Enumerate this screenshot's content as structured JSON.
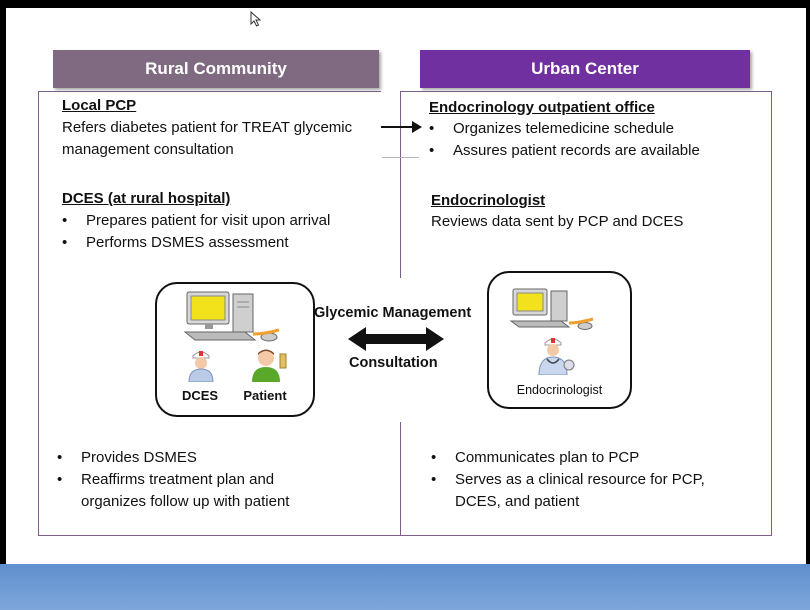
{
  "headers": {
    "rural": "Rural Community",
    "urban": "Urban Center"
  },
  "rural": {
    "pcp_title": "Local PCP",
    "pcp_text_1": "Refers diabetes patient for TREAT glycemic",
    "pcp_text_2": "management consultation",
    "dces_title": "DCES (at rural hospital)",
    "dces_items": [
      "Prepares patient for visit upon arrival",
      "Performs DSMES assessment"
    ],
    "bottom_items_1": "Provides DSMES",
    "bottom_items_2a": "Reaffirms treatment plan and",
    "bottom_items_2b": "organizes follow up with patient"
  },
  "urban": {
    "office_title": "Endocrinology outpatient office",
    "office_items": [
      "Organizes telemedicine schedule",
      "Assures patient records are available"
    ],
    "endo_title": "Endocrinologist",
    "endo_text": "Reviews data sent by PCP and DCES",
    "bottom_items_1": "Communicates plan to PCP",
    "bottom_items_2a": "Serves as a clinical resource for PCP,",
    "bottom_items_2b": "DCES, and patient"
  },
  "nodes": {
    "rural_label_1": "DCES",
    "rural_label_2": "Patient",
    "urban_label": "Endocrinologist"
  },
  "center": {
    "line1": "Glycemic Management",
    "line2": "Consultation"
  },
  "colors": {
    "rural_header": "#7f6a82",
    "urban_header": "#7030a0",
    "footer": "#6f9bd6"
  }
}
